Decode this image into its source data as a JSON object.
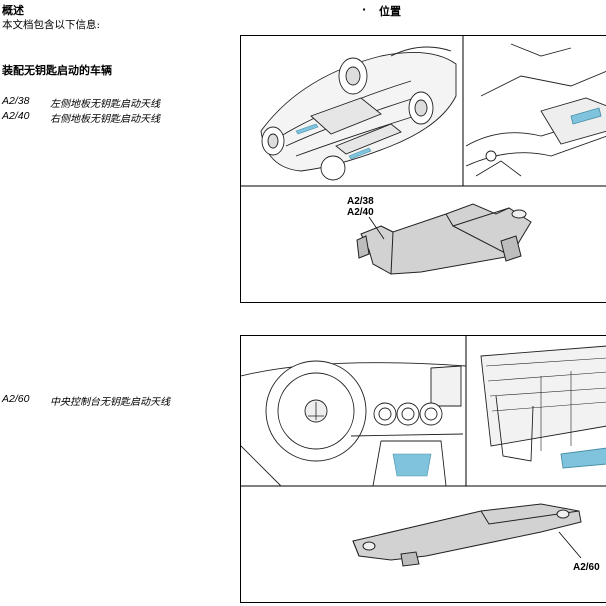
{
  "overview": {
    "title": "概述",
    "intro": "本文档包含以下信息:"
  },
  "section": {
    "title": "装配无钥匙启动的车辆"
  },
  "location": {
    "bullet": "·",
    "title": "位置"
  },
  "parts": [
    {
      "code": "A2/38",
      "desc": "左侧地板无钥匙启动天线"
    },
    {
      "code": "A2/40",
      "desc": "右侧地板无钥匙启动天线"
    },
    {
      "code": "A2/60",
      "desc": "中央控制台无钥匙启动天线"
    }
  ],
  "figure1": {
    "label_line1": "A2/38",
    "label_line2": "A2/40"
  },
  "figure2": {
    "label": "A2/60"
  },
  "colors": {
    "highlight": "#7fc4dc",
    "line": "#222222",
    "shade": "#c8c8c8"
  }
}
